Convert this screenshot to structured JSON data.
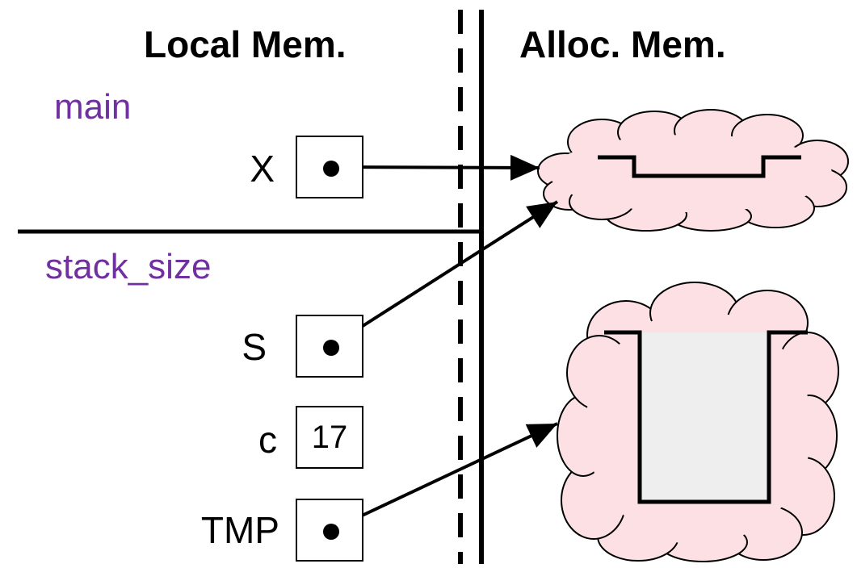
{
  "headings": {
    "local": "Local Mem.",
    "alloc": "Alloc. Mem."
  },
  "frames": {
    "main": "main",
    "stack_size": "stack_size"
  },
  "variables": {
    "x": {
      "name": "X",
      "kind": "pointer"
    },
    "s": {
      "name": "S",
      "kind": "pointer"
    },
    "c": {
      "name": "c",
      "kind": "value",
      "value": "17"
    },
    "tmp": {
      "name": "TMP",
      "kind": "pointer"
    }
  },
  "colors": {
    "frame_label": "#7030a0",
    "cloud_fill": "#fde0e4",
    "cloud_stroke": "#000000",
    "container_fill": "#eeeeee",
    "line": "#000000"
  }
}
